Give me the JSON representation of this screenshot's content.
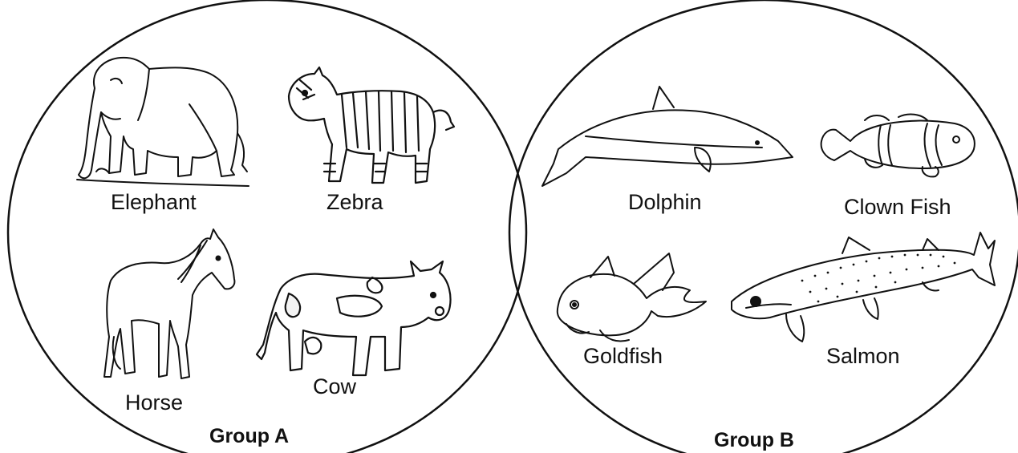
{
  "colors": {
    "ink": "#111111",
    "background": "#ffffff"
  },
  "groups": [
    {
      "label": "Group A",
      "animals": [
        {
          "name": "Elephant",
          "icon": "elephant-icon"
        },
        {
          "name": "Zebra",
          "icon": "zebra-icon"
        },
        {
          "name": "Horse",
          "icon": "horse-icon"
        },
        {
          "name": "Cow",
          "icon": "cow-icon"
        }
      ]
    },
    {
      "label": "Group B",
      "animals": [
        {
          "name": "Dolphin",
          "icon": "dolphin-icon"
        },
        {
          "name": "Clown Fish",
          "icon": "clown-fish-icon"
        },
        {
          "name": "Goldfish",
          "icon": "goldfish-icon"
        },
        {
          "name": "Salmon",
          "icon": "salmon-icon"
        }
      ]
    }
  ]
}
